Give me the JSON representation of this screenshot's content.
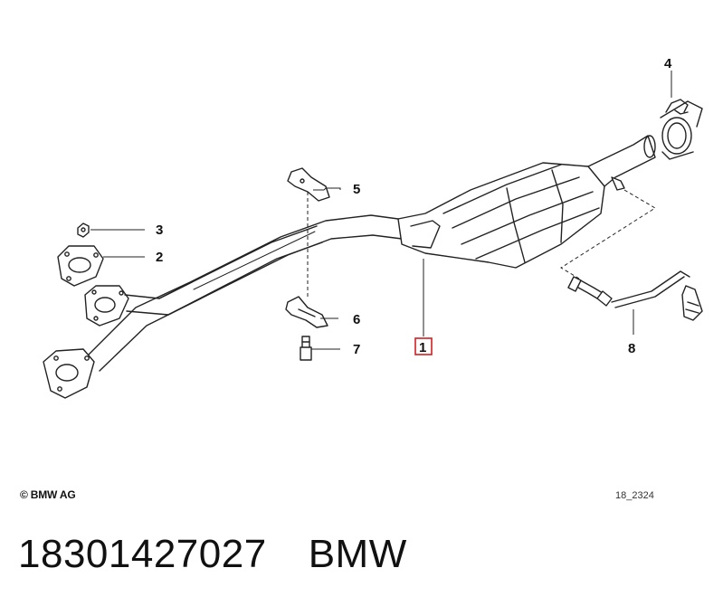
{
  "callouts": {
    "c1": "1",
    "c2": "2",
    "c3": "3",
    "c4": "4",
    "c5": "5",
    "c6": "6",
    "c7": "7",
    "c8": "8"
  },
  "highlight_color": "#d42020",
  "copyright": "© BMW AG",
  "figure_code": "18_2324",
  "part_number": "18301427027",
  "brand": "BMW"
}
